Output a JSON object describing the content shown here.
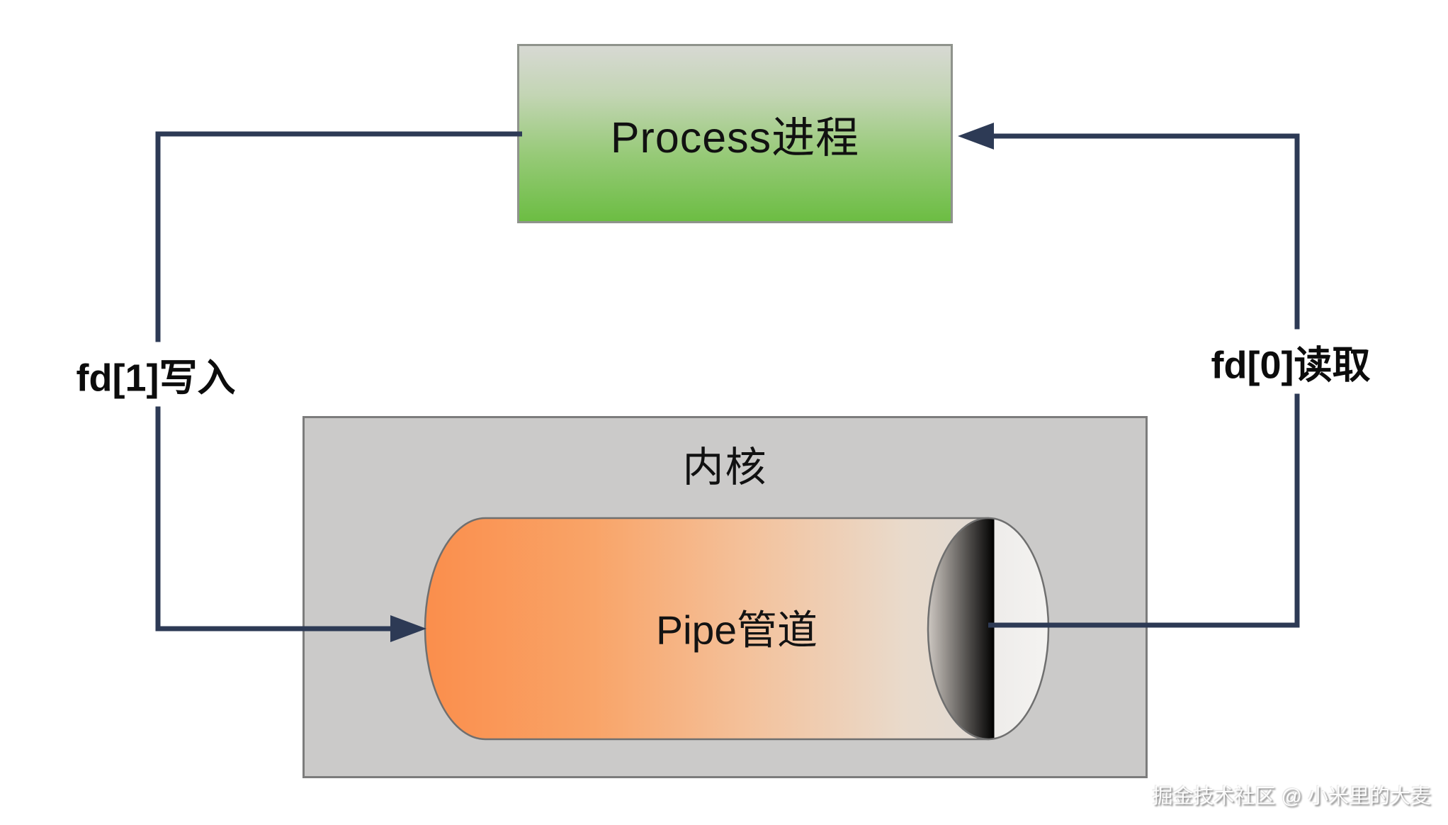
{
  "diagram": {
    "process_box": {
      "label": "Process进程"
    },
    "kernel_box": {
      "label": "内核"
    },
    "pipe": {
      "label": "Pipe管道"
    },
    "write_path": {
      "label": "fd[1]写入"
    },
    "read_path": {
      "label": "fd[0]读取"
    }
  },
  "watermark": {
    "text": "掘金技术社区 @ 小米里的大麦"
  },
  "colors": {
    "arrow_line": "#2d3a55",
    "process_gradient_top": "#d7d9d3",
    "process_gradient_bottom": "#6cbd43",
    "kernel_fill": "#cbcac9",
    "kernel_border": "#7c7c7c",
    "pipe_orange": "#fa8e4c",
    "pipe_fade": "#e0dad4",
    "pipe_face_light": "#f4f3f1",
    "shape_border": "#6f6f6f",
    "text": "#111111"
  }
}
